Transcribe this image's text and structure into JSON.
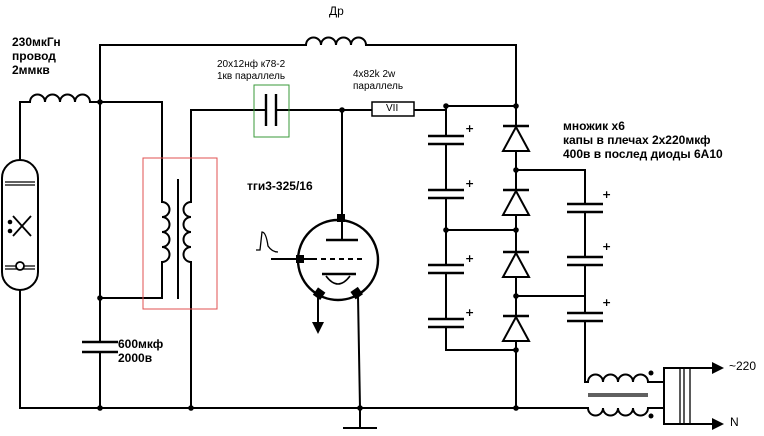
{
  "labels": {
    "inductor_top": "Др",
    "coil_spec": [
      "230мкГн",
      "провод",
      "2ммкв"
    ],
    "cap_series": [
      "20x12нф к78-2",
      "1кв параллель"
    ],
    "resistor_spec": [
      "4x82k 2w",
      "параллель"
    ],
    "resistor_mark": "VII",
    "tube": "тги3-325/16",
    "multiplier": [
      "множик x6",
      "капы в плечах 2x220мкф",
      "400в в послед диоды 6А10"
    ],
    "cap_main": [
      "600мкф",
      "2000в"
    ],
    "mains_phase": "~220",
    "mains_neutral": "N",
    "polarity_mark": "+"
  },
  "colors": {
    "wire": "#000000",
    "highlight_capacitor": "#3a9a3a",
    "highlight_transformer": "#e05050"
  }
}
